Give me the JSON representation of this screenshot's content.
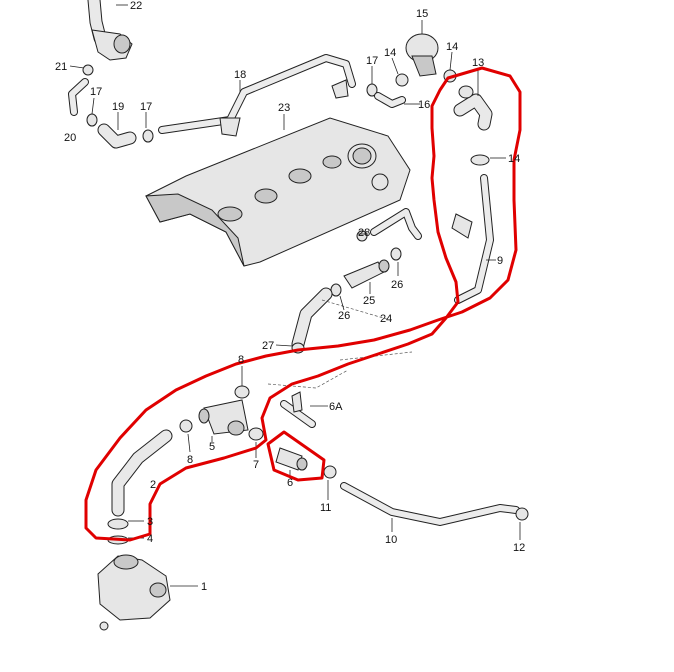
{
  "callouts": [
    {
      "id": "c22",
      "text": "22"
    },
    {
      "id": "c21",
      "text": "21"
    },
    {
      "id": "c17a",
      "text": "17"
    },
    {
      "id": "c20",
      "text": "20"
    },
    {
      "id": "c19",
      "text": "19"
    },
    {
      "id": "c17b",
      "text": "17"
    },
    {
      "id": "c18",
      "text": "18"
    },
    {
      "id": "c23",
      "text": "23"
    },
    {
      "id": "c15",
      "text": "15"
    },
    {
      "id": "c17c",
      "text": "17"
    },
    {
      "id": "c14a",
      "text": "14"
    },
    {
      "id": "c14b",
      "text": "14"
    },
    {
      "id": "c13",
      "text": "13"
    },
    {
      "id": "c16",
      "text": "16"
    },
    {
      "id": "c14c",
      "text": "14"
    },
    {
      "id": "c9",
      "text": "9"
    },
    {
      "id": "c28",
      "text": "28"
    },
    {
      "id": "c26a",
      "text": "26"
    },
    {
      "id": "c25",
      "text": "25"
    },
    {
      "id": "c26b",
      "text": "26"
    },
    {
      "id": "c24",
      "text": "24"
    },
    {
      "id": "c27",
      "text": "27"
    },
    {
      "id": "c8a",
      "text": "8"
    },
    {
      "id": "c6A",
      "text": "6A"
    },
    {
      "id": "c5",
      "text": "5"
    },
    {
      "id": "c8b",
      "text": "8"
    },
    {
      "id": "c7",
      "text": "7"
    },
    {
      "id": "c6",
      "text": "6"
    },
    {
      "id": "c2",
      "text": "2"
    },
    {
      "id": "c11",
      "text": "11"
    },
    {
      "id": "c3",
      "text": "3"
    },
    {
      "id": "c4",
      "text": "4"
    },
    {
      "id": "c10",
      "text": "10"
    },
    {
      "id": "c12",
      "text": "12"
    },
    {
      "id": "c1",
      "text": "1"
    }
  ],
  "highlight_color": "#e00000"
}
